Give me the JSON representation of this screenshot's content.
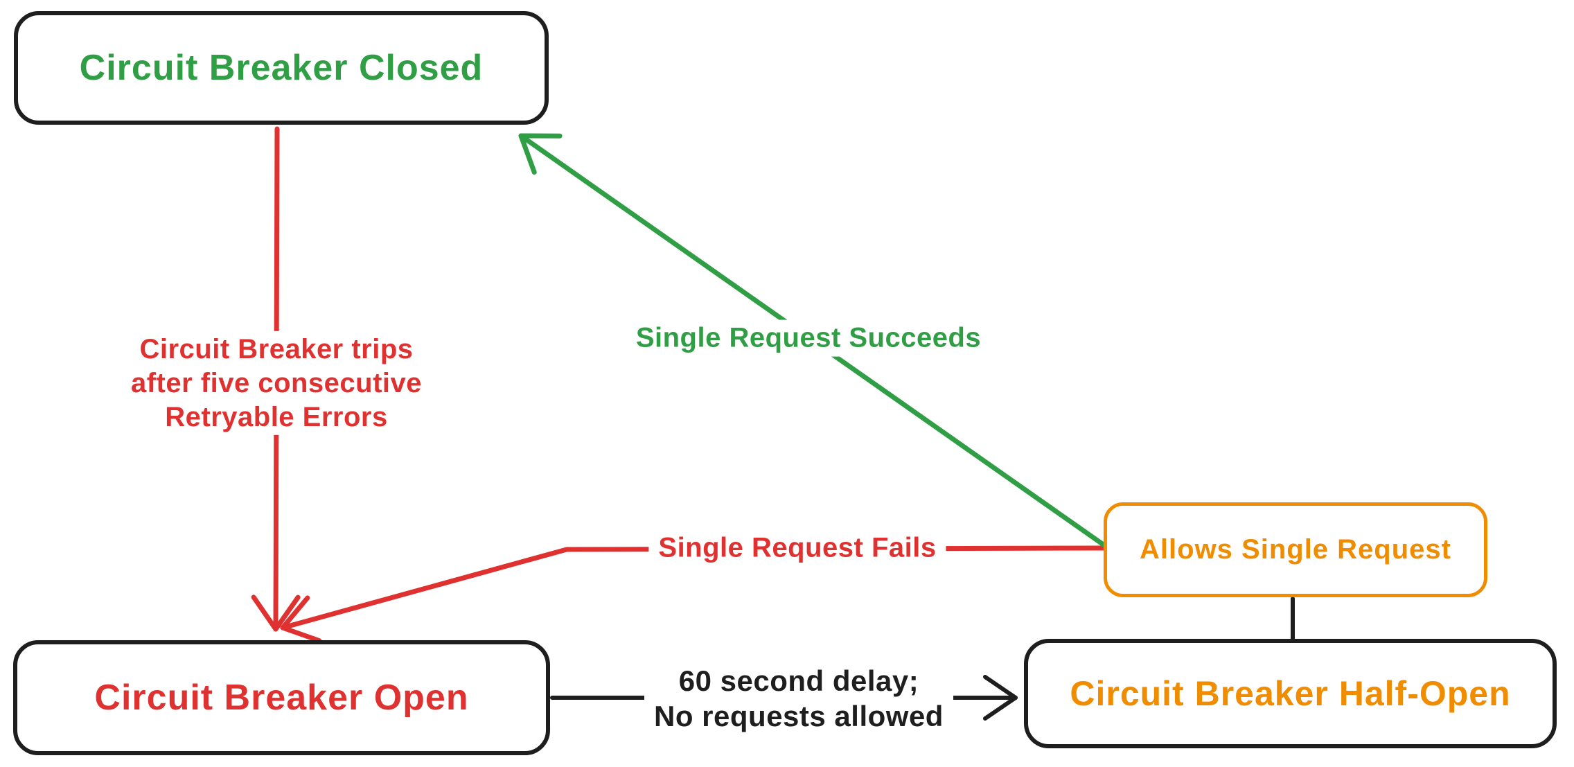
{
  "diagram": {
    "background": "#ffffff",
    "style": "hand-drawn state diagram"
  },
  "colors": {
    "green": "#2f9e44",
    "red": "#e03131",
    "orange": "#f08c00",
    "ink": "#1e1e1e"
  },
  "nodes": {
    "closed": {
      "label": "Circuit Breaker Closed",
      "text_color": "#2f9e44",
      "border_color": "#1e1e1e"
    },
    "open": {
      "label": "Circuit Breaker Open",
      "text_color": "#e03131",
      "border_color": "#1e1e1e"
    },
    "half_open": {
      "label": "Circuit Breaker Half-Open",
      "text_color": "#f08c00",
      "border_color": "#1e1e1e"
    },
    "allows_single_request": {
      "label": "Allows Single Request",
      "text_color": "#f08c00",
      "border_color": "#f08c00"
    }
  },
  "edges": {
    "trips": {
      "color": "#e03131",
      "from": "closed",
      "to": "open",
      "label_lines": [
        "Circuit Breaker trips",
        "after five consecutive",
        "Retryable Errors"
      ]
    },
    "single_request_succeeds": {
      "color": "#2f9e44",
      "from": "allows_single_request",
      "to": "closed",
      "label": "Single Request Succeeds"
    },
    "single_request_fails": {
      "color": "#e03131",
      "from": "allows_single_request",
      "to": "open",
      "label": "Single Request Fails"
    },
    "delay": {
      "color": "#1e1e1e",
      "from": "open",
      "to": "half_open",
      "label_lines": [
        "60 second delay;",
        "No requests allowed"
      ]
    },
    "half_open_to_allows": {
      "color": "#1e1e1e",
      "from": "half_open",
      "to": "allows_single_request"
    }
  }
}
